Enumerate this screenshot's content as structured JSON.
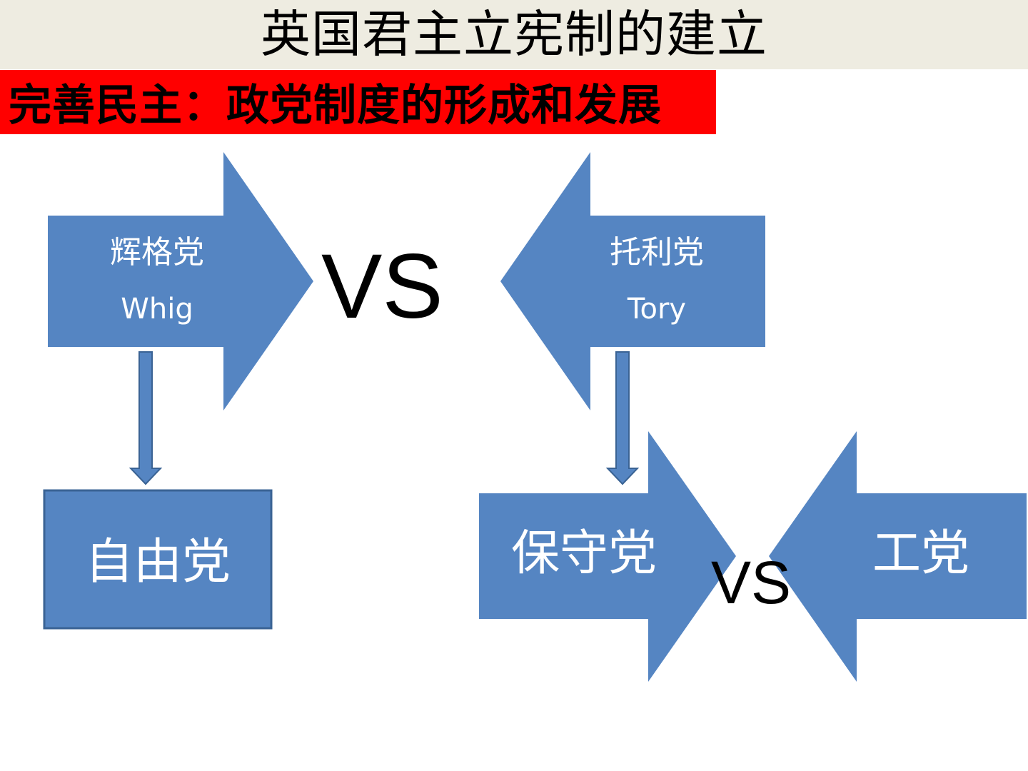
{
  "title": "英国君主立宪制的建立",
  "subtitle": "完善民主：政党制度的形成和发展",
  "colors": {
    "title_bg": "#eeece1",
    "subtitle_bg": "#ff0000",
    "shape_fill": "#5585c2",
    "shape_border": "#3a6394",
    "label_text": "#ffffff"
  },
  "parties": {
    "whig": {
      "cn": "辉格党",
      "en": "Whig"
    },
    "tory": {
      "cn": "托利党",
      "en": "Tory"
    },
    "liberal": "自由党",
    "conservative": "保守党",
    "labour": "工党"
  },
  "vs_top": "VS",
  "vs_bottom": "VS"
}
